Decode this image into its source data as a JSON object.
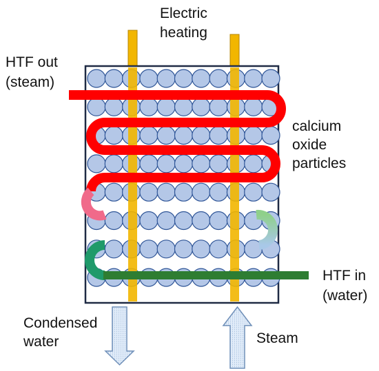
{
  "labels": {
    "electric_heating_line1": "Electric",
    "electric_heating_line2": "heating",
    "htf_out_line1": "HTF out",
    "htf_out_line2": "(steam)",
    "particles_line1": "calcium",
    "particles_line2": "oxide",
    "particles_line3": "particles",
    "htf_in_line1": "HTF in",
    "htf_in_line2": "(water)",
    "condensed_line1": "Condensed",
    "condensed_line2": "water",
    "steam": "Steam"
  },
  "colors": {
    "vessel_border": "#1f2a44",
    "particle_fill": "#b4c7e7",
    "particle_stroke": "#2f5597",
    "heater_fill": "#f2b600",
    "hot_pipe": "#ff0000",
    "cool_pipe": "#2e7d32",
    "arrow_fill": "#dce9f7",
    "arrow_stroke": "#6f8fb8"
  },
  "particle_grid": {
    "rows": 8,
    "cols": 11
  }
}
